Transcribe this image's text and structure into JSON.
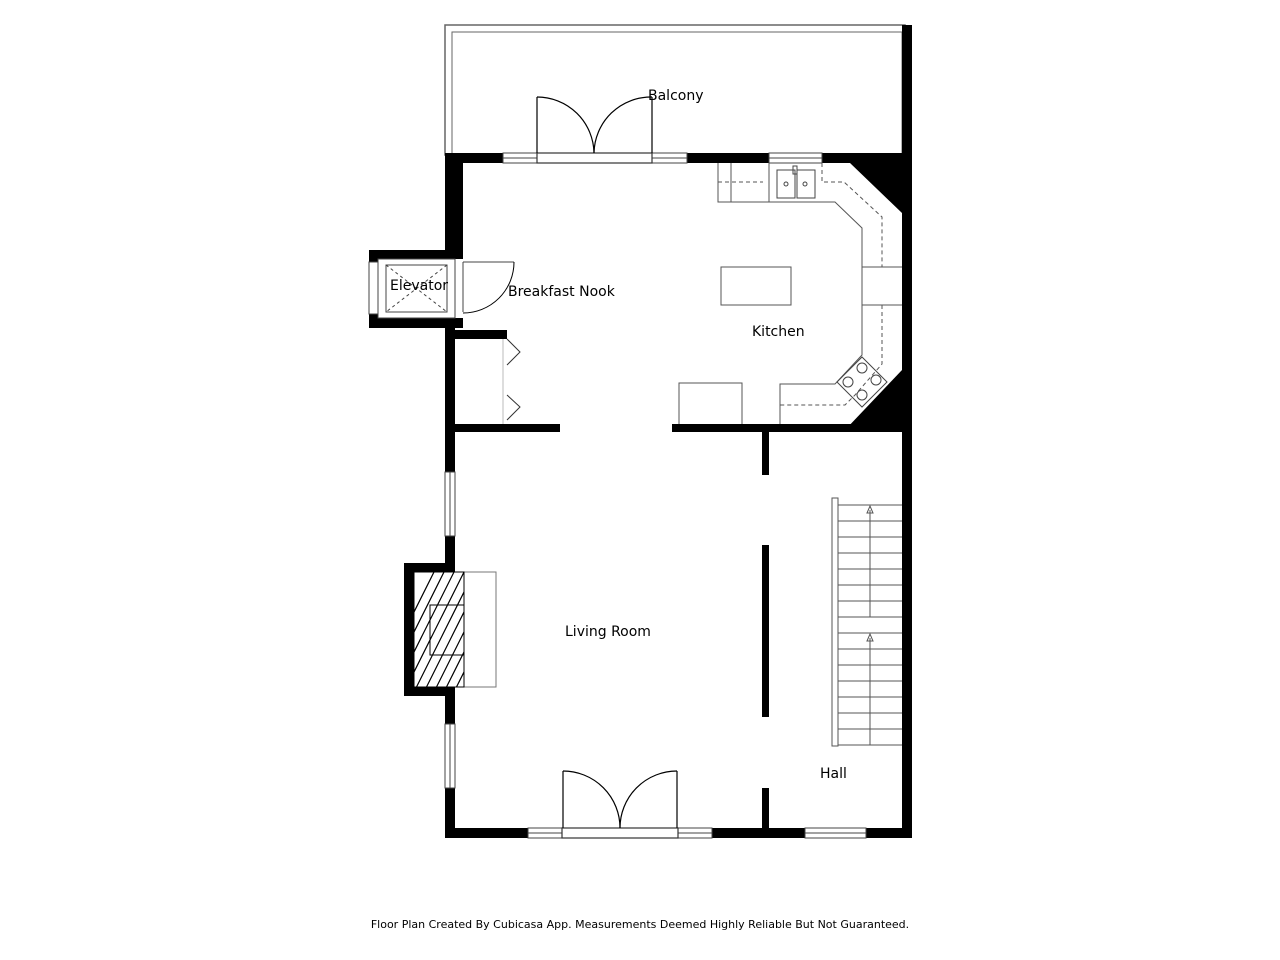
{
  "rooms": [
    {
      "id": "balcony",
      "label": "Balcony"
    },
    {
      "id": "elevator",
      "label": "Elevator"
    },
    {
      "id": "breakfast-nook",
      "label": "Breakfast Nook"
    },
    {
      "id": "kitchen",
      "label": "Kitchen"
    },
    {
      "id": "living-room",
      "label": "Living Room"
    },
    {
      "id": "hall",
      "label": "Hall"
    }
  ],
  "footer": {
    "disclaimer": "Floor Plan Created By Cubicasa App. Measurements Deemed Highly Reliable But Not Guaranteed."
  },
  "colors": {
    "wall": "#000000",
    "line": "#555555",
    "background": "#ffffff"
  }
}
